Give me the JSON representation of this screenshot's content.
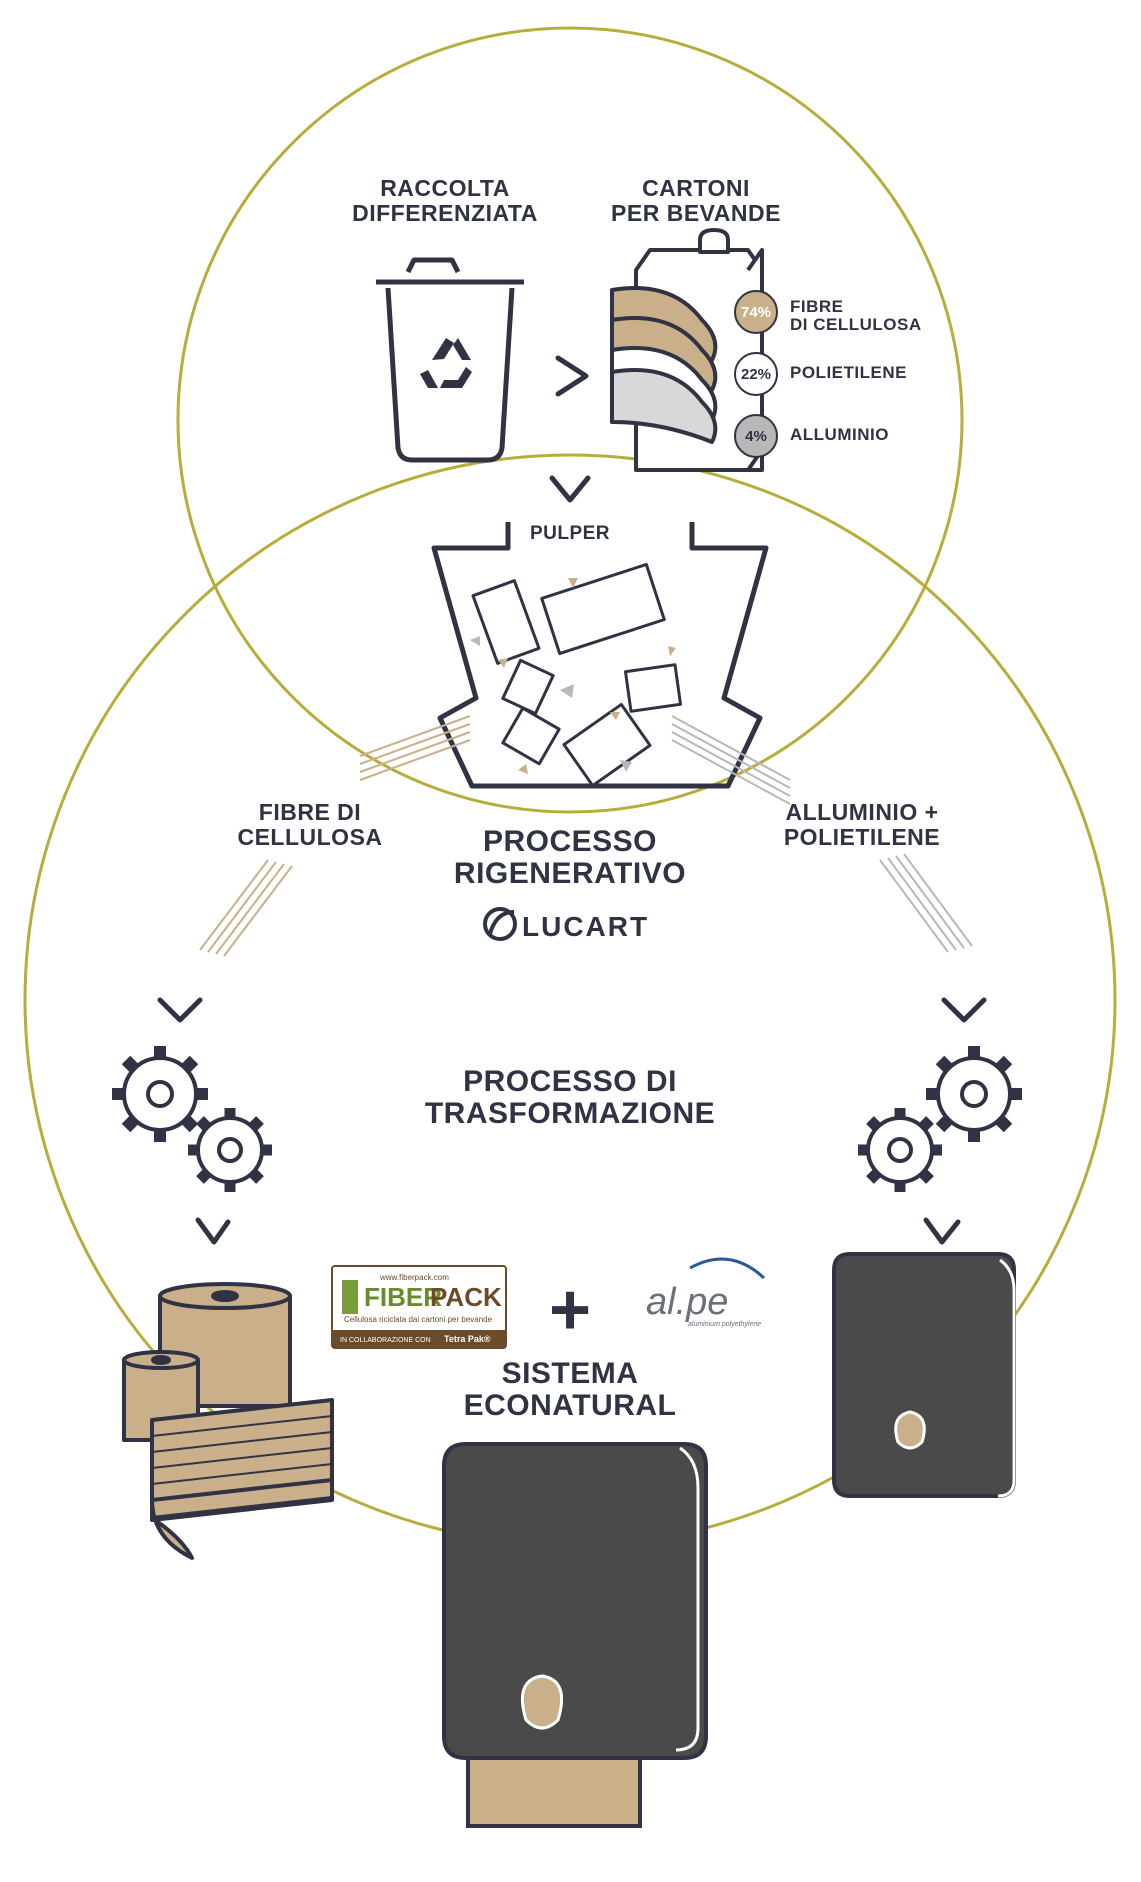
{
  "colors": {
    "outline": "#2f3343",
    "circle": "#b8ad3b",
    "kraft": "#c9b08a",
    "grey": "#b8b8b8",
    "dark": "#4a4a4a"
  },
  "top": {
    "collection": [
      "RACCOLTA",
      "DIFFERENZIATA"
    ],
    "cartons": [
      "CARTONI",
      "PER BEVANDE"
    ]
  },
  "composition": [
    {
      "pct": "74%",
      "label": [
        "FIBRE",
        "DI CELLULOSA"
      ]
    },
    {
      "pct": "22%",
      "label": [
        "POLIETILENE"
      ]
    },
    {
      "pct": "4%",
      "label": [
        "ALLUMINIO"
      ]
    }
  ],
  "pulper": "PULPER",
  "streams": {
    "left": [
      "FIBRE DI",
      "CELLULOSA"
    ],
    "right": [
      "ALLUMINIO +",
      "POLIETILENE"
    ]
  },
  "regenerative": [
    "PROCESSO",
    "RIGENERATIVO"
  ],
  "brand": "LUCART",
  "transformation": [
    "PROCESSO DI",
    "TRASFORMAZIONE"
  ],
  "fiberpack": {
    "url": "www.fiberpack.com",
    "name_a": "FIBER",
    "name_b": "PACK",
    "tagline": "Cellulosa riciclata dai cartoni per bevande",
    "collab": "IN COLLABORAZIONE CON",
    "partner": "Tetra Pak®"
  },
  "plus": "+",
  "alpe": {
    "name": "al.pe",
    "sub": "aluminium polyethylene"
  },
  "system": [
    "SISTEMA",
    "ECONATURAL"
  ]
}
